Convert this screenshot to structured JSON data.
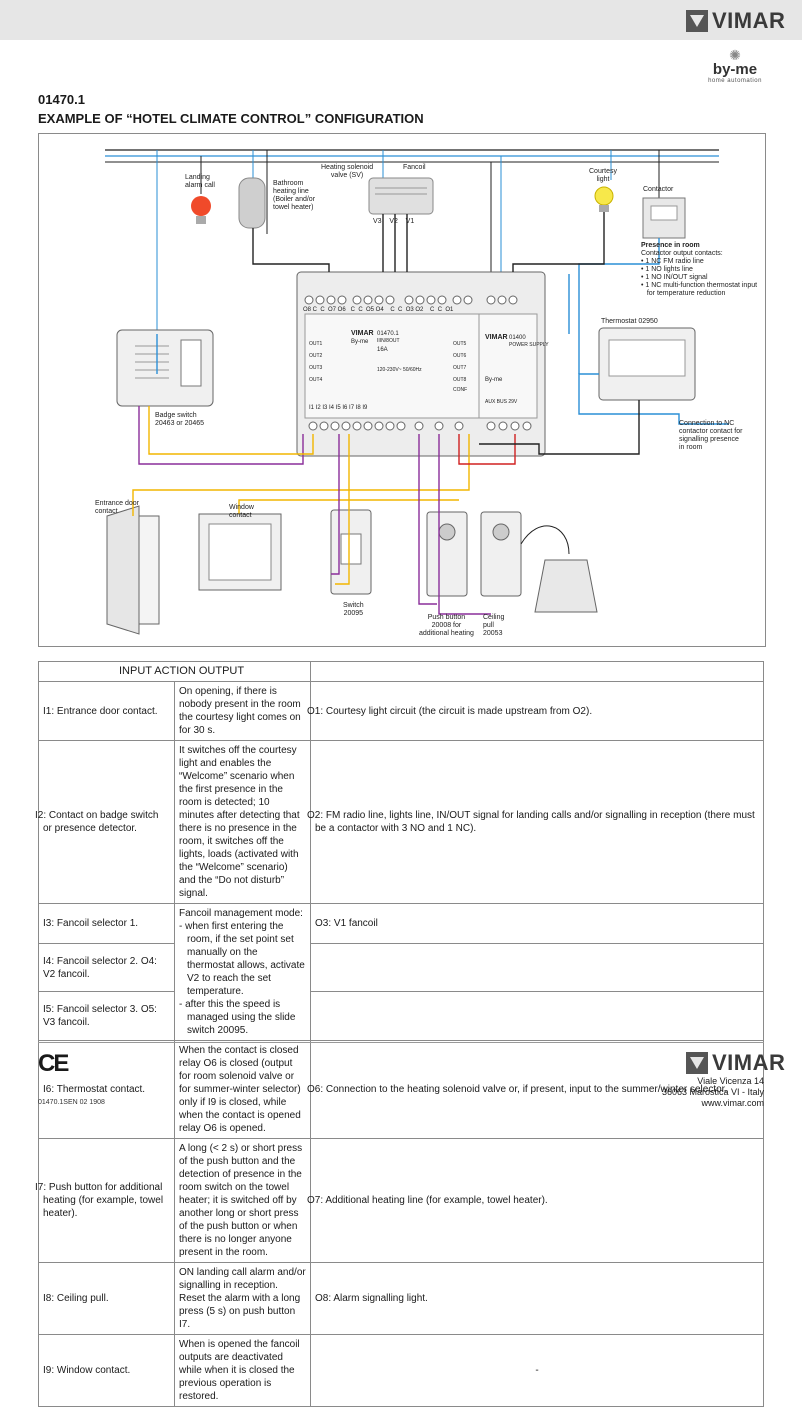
{
  "brand": {
    "name": "VIMAR",
    "byme_name": "by-me",
    "byme_tagline": "home automation"
  },
  "header": {
    "code": "01470.1",
    "title": "EXAMPLE OF “HOTEL CLIMATE CONTROL” CONFIGURATION"
  },
  "diagram": {
    "landing_alarm": "Landing\nalarm call",
    "bathroom": "Bathroom\nheating line\n(Boiler and/or\ntowel heater)",
    "solenoid": "Heating solenoid\nvalve (SV)",
    "fancoil": "Fancoil",
    "fancoil_v": "V3    V2    V1",
    "courtesy": "Courtesy\nlight",
    "contactor": "Contactor",
    "presence_title": "Presence in room",
    "presence_body": "Contactor output contacts:\n• 1 NC FM radio line\n• 1 NO lights line\n• 1 NO IN/OUT signal\n• 1 NC multi-function thermostat input\n   for temperature reduction",
    "thermostat": "Thermostat 02950",
    "badge_switch": "Badge switch\n20463 or 20465",
    "connection_nc": "Connection to NC\ncontactor contact for\nsignalling presence\nin room",
    "entrance_door": "Entrance door\ncontact",
    "window": "Window\ncontact",
    "switch": "Switch\n20095",
    "push_button": "Push button\n20008 for\nadditional heating",
    "ceiling_pull": "Ceiling\npull\n20053",
    "top_terminals": "O8 C  C  O7 O6   C  C  O5 O4    C  C  O3 O2    C  C  O1",
    "bottom_terminals": "I1 I2 I3 I4 I5 I6 I7 I8 I9",
    "module_main_brand": "VIMAR",
    "module_main_sub": "By-me",
    "module_main_code": "01470.1",
    "module_main_desc": "IIIN/8OUT",
    "module_main_current": "16A",
    "module_main_voltage": "120-230V~  50/60Hz",
    "module_ps_brand": "VIMAR",
    "module_ps_code": "01400",
    "module_ps_desc": "POWER SUPPLY",
    "module_ps_sub": "By-me",
    "outs": [
      "OUT1",
      "OUT2",
      "OUT3",
      "OUT4",
      "OUT5",
      "OUT6",
      "OUT7",
      "OUT8"
    ],
    "conf": "CONF",
    "bus": "AUX  BUS  29V"
  },
  "table": {
    "header": "INPUT ACTION OUTPUT",
    "rows": [
      {
        "in_code": "I1",
        "in_text": ": Entrance door contact.",
        "action": "On opening, if there is nobody present in the room the courtesy light comes on for 30 s.",
        "out_code": "O1",
        "out_text": ": Courtesy light circuit (the circuit is made upstream from O2)."
      },
      {
        "in_code": "I2",
        "in_text": ": Contact on badge switch or presence detector.",
        "action": "It switches off the courtesy light and enables the “Welcome” scenario when the first presence in the room is detected; 10 minutes after detecting that there is no presence in the room, it switches off the lights, loads (activated with the “Welcome” scenario) and the “Do not disturb” signal.",
        "out_code": "O2",
        "out_text": ": FM radio line, lights line, IN/OUT signal for landing calls and/or signalling in reception (there must be a contactor with 3 NO and 1 NC)."
      },
      {
        "in_code": "I3",
        "in_text": ": Fancoil selector 1.",
        "action_title": "Fancoil management mode:",
        "action_l1": "- when first entering the room, if the set point set manually on the thermostat allows, activate V2 to reach the set temperature.",
        "action_l2": "- after this the speed is managed using the slide switch 20095.",
        "out_code": "O3",
        "out_text": ": V1 fancoil"
      },
      {
        "in_code": "I4",
        "in_text": ": Fancoil selector 2. ",
        "in_code2": "O4",
        "in_text2": ": V2 fancoil."
      },
      {
        "in_code": "I5",
        "in_text": ": Fancoil selector 3. ",
        "in_code2": "O5",
        "in_text2": ": V3 fancoil."
      },
      {
        "in_code": "I6",
        "in_text": ": Thermostat contact.",
        "action": "When the contact is closed relay O6 is closed (output for room solenoid valve or for summer-winter selector) only if I9 is closed, while when the contact is opened relay O6 is opened.",
        "out_code": "O6",
        "out_text": ": Connection to the heating solenoid valve or, if present, input to the summer/winter selector."
      },
      {
        "in_code": "I7",
        "in_text": ": Push button for additional heating (for example, towel heater).",
        "action": "A long (< 2 s) or short press of the push button and the detection of presence in the room switch on the towel heater; it is switched off by another long or short press of the push button or when there is no longer anyone present in the room.",
        "out_code": "O7",
        "out_text": ": Additional heating line (for example, towel heater)."
      },
      {
        "in_code": "I8",
        "in_text": ": Ceiling pull.",
        "action": "ON landing call alarm and/or signalling in reception.\nReset the alarm with a long press (5 s) on push button I7.",
        "out_code": "O8",
        "out_text": ": Alarm signalling light."
      },
      {
        "in_code": "I9",
        "in_text": ": Window contact.",
        "action": "When is opened the fancoil outputs are deactivated while when it is closed the previous operation is restored.",
        "out_text": "-"
      }
    ]
  },
  "footer": {
    "ce": "CE",
    "docref": "01470.1SEN  02  1908",
    "address1": "Viale Vicenza 14",
    "address2": "36063 Marostica VI - Italy",
    "website": "www.vimar.com"
  },
  "colors": {
    "wire_yellow": "#f2b600",
    "wire_purple": "#8a2e9a",
    "wire_blue": "#2a8fd6",
    "wire_red": "#d02020",
    "wire_black": "#222222"
  }
}
